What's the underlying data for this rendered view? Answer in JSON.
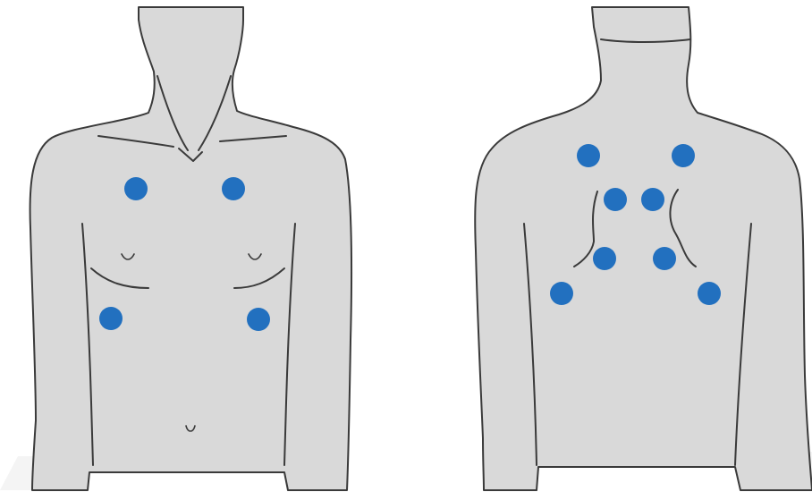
{
  "colors": {
    "background": "#ffffff",
    "skin": "#d9d9d9",
    "outline": "#3a3a3a",
    "marker": "#2270bf"
  },
  "views": [
    {
      "name": "front",
      "marker_count": 4
    },
    {
      "name": "back",
      "marker_count": 8
    }
  ]
}
